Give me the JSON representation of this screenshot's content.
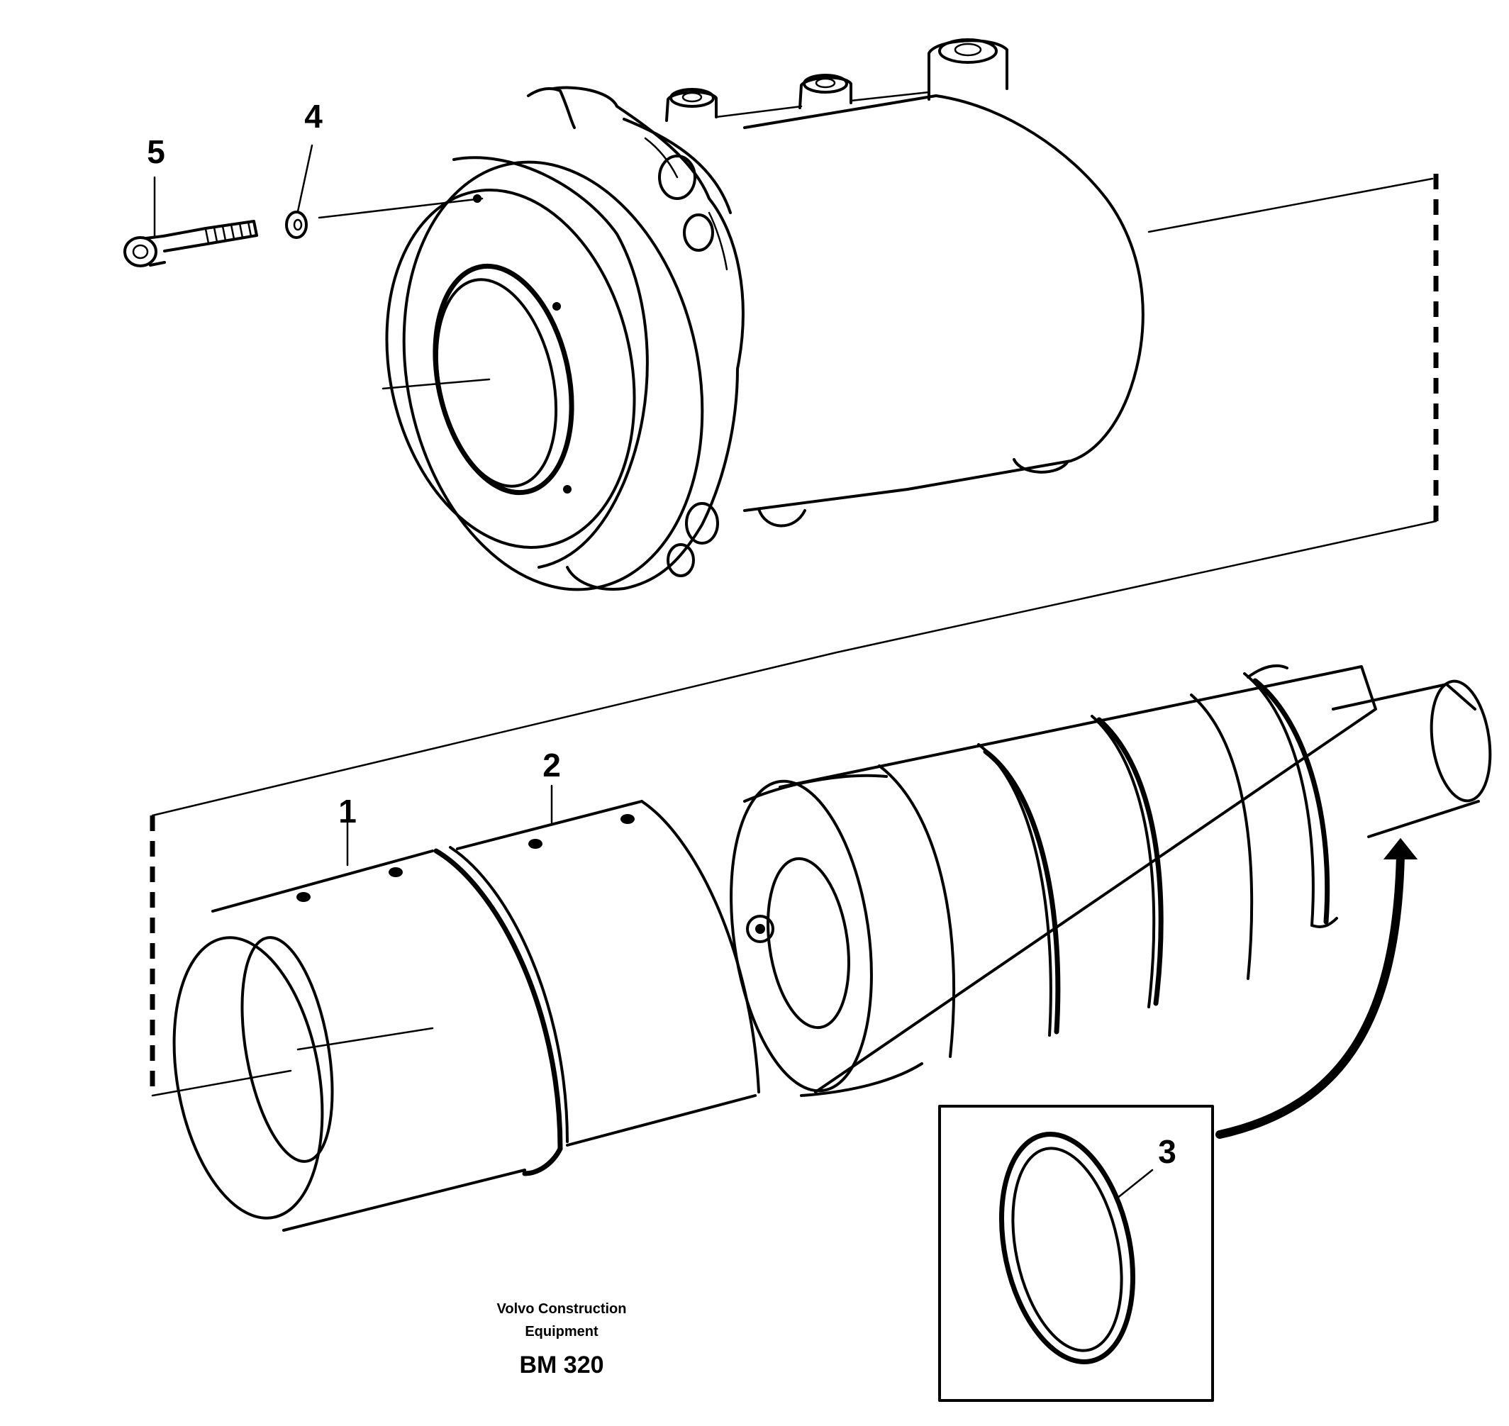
{
  "diagram": {
    "part_labels": [
      "1",
      "2",
      "3",
      "4",
      "5"
    ],
    "brand_line1": "Volvo Construction",
    "brand_line2": "Equipment",
    "code": "BM 320"
  }
}
